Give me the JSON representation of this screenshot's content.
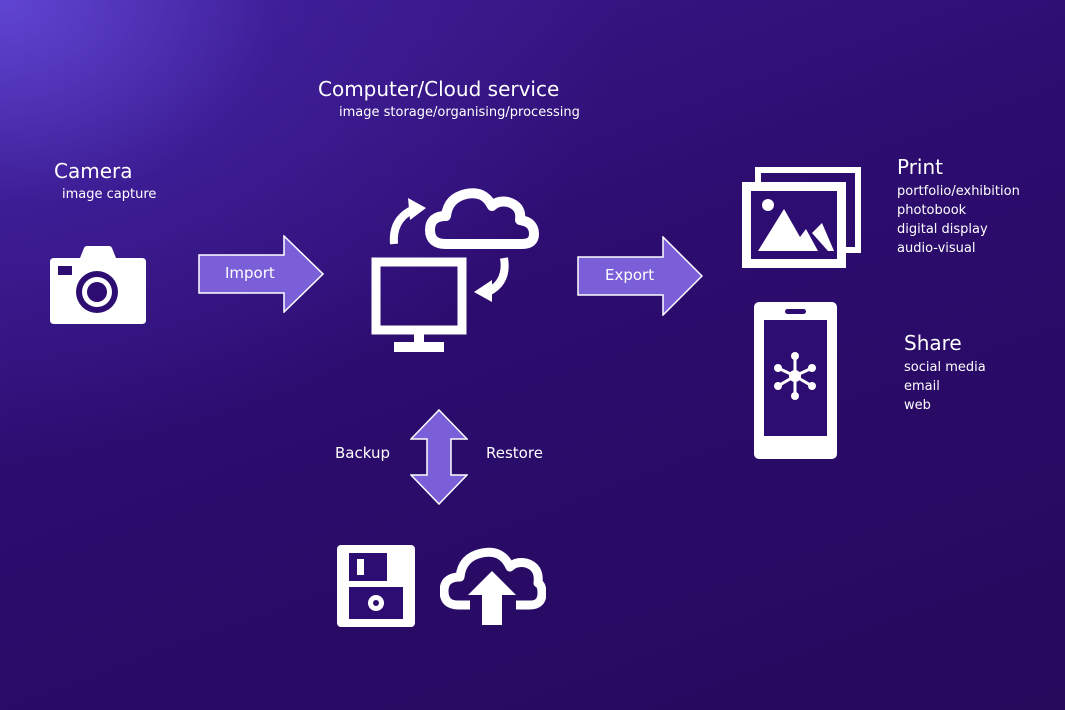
{
  "colors": {
    "background_dark": "#250a5c",
    "background_light": "#6248d6",
    "arrow_fill": "#7a5fd8",
    "arrow_stroke": "#ffffff",
    "icon": "#ffffff"
  },
  "camera": {
    "title": "Camera",
    "subtitle": "image capture",
    "icon": "camera-icon"
  },
  "computer": {
    "title": "Computer/Cloud service",
    "subtitle": "image storage/organising/processing",
    "icon": "computer-cloud-sync-icon"
  },
  "print": {
    "title": "Print",
    "items": [
      "portfolio/exhibition",
      "photobook",
      "digital display",
      "audio-visual"
    ],
    "icon": "stacked-pictures-icon"
  },
  "share": {
    "title": "Share",
    "items": [
      "social media",
      "email",
      "web"
    ],
    "icon": "smartphone-share-icon"
  },
  "flows": {
    "import_label": "Import",
    "export_label": "Export",
    "backup_label": "Backup",
    "restore_label": "Restore"
  },
  "backup_targets": [
    "floppy-disk-icon",
    "cloud-upload-icon"
  ]
}
